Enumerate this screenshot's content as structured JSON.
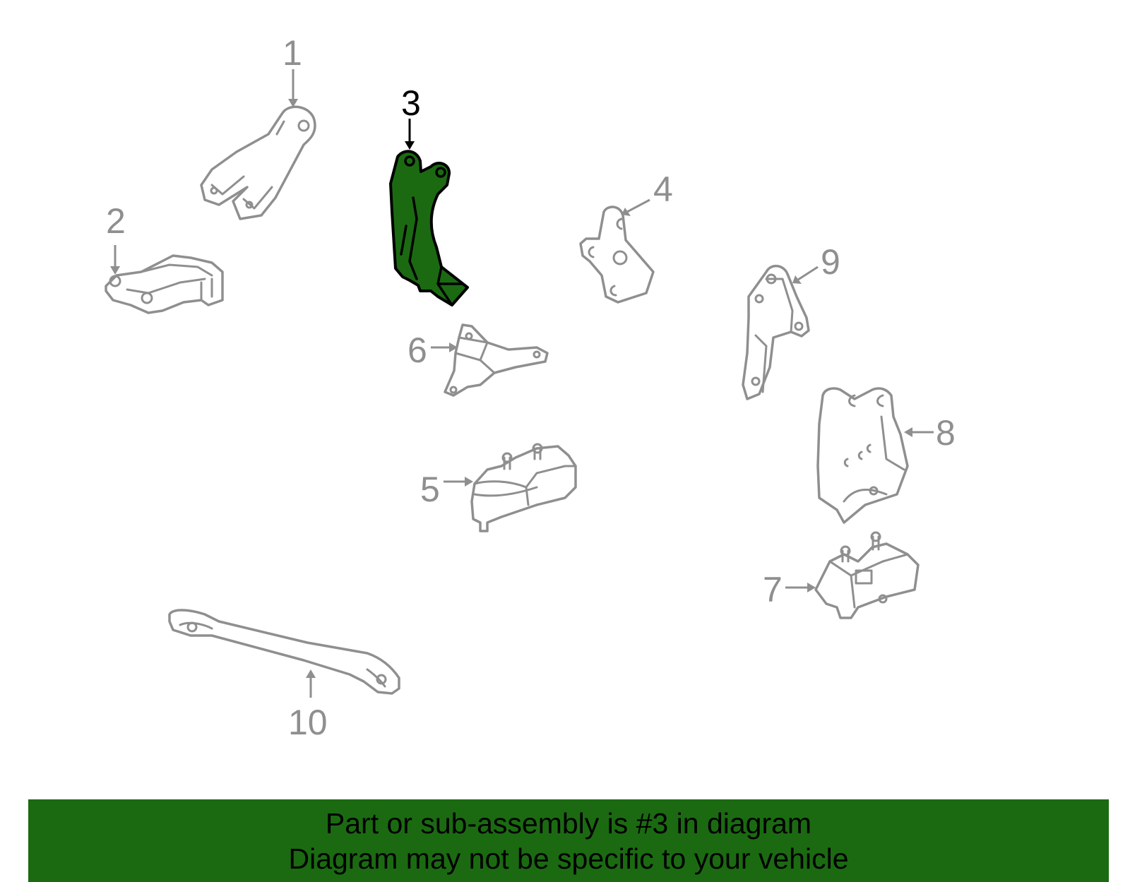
{
  "diagram": {
    "callouts": [
      {
        "id": "1",
        "label": "1"
      },
      {
        "id": "2",
        "label": "2"
      },
      {
        "id": "3",
        "label": "3"
      },
      {
        "id": "4",
        "label": "4"
      },
      {
        "id": "5",
        "label": "5"
      },
      {
        "id": "6",
        "label": "6"
      },
      {
        "id": "7",
        "label": "7"
      },
      {
        "id": "8",
        "label": "8"
      },
      {
        "id": "9",
        "label": "9"
      },
      {
        "id": "10",
        "label": "10"
      }
    ],
    "highlighted_part": "3",
    "colors": {
      "highlight_fill": "#1b6a12",
      "part_stroke": "#8f8f8f",
      "active_label": "#000000"
    }
  },
  "banner": {
    "line1": "Part or sub-assembly is #3 in diagram",
    "line2": "Diagram may not be specific to your vehicle"
  }
}
